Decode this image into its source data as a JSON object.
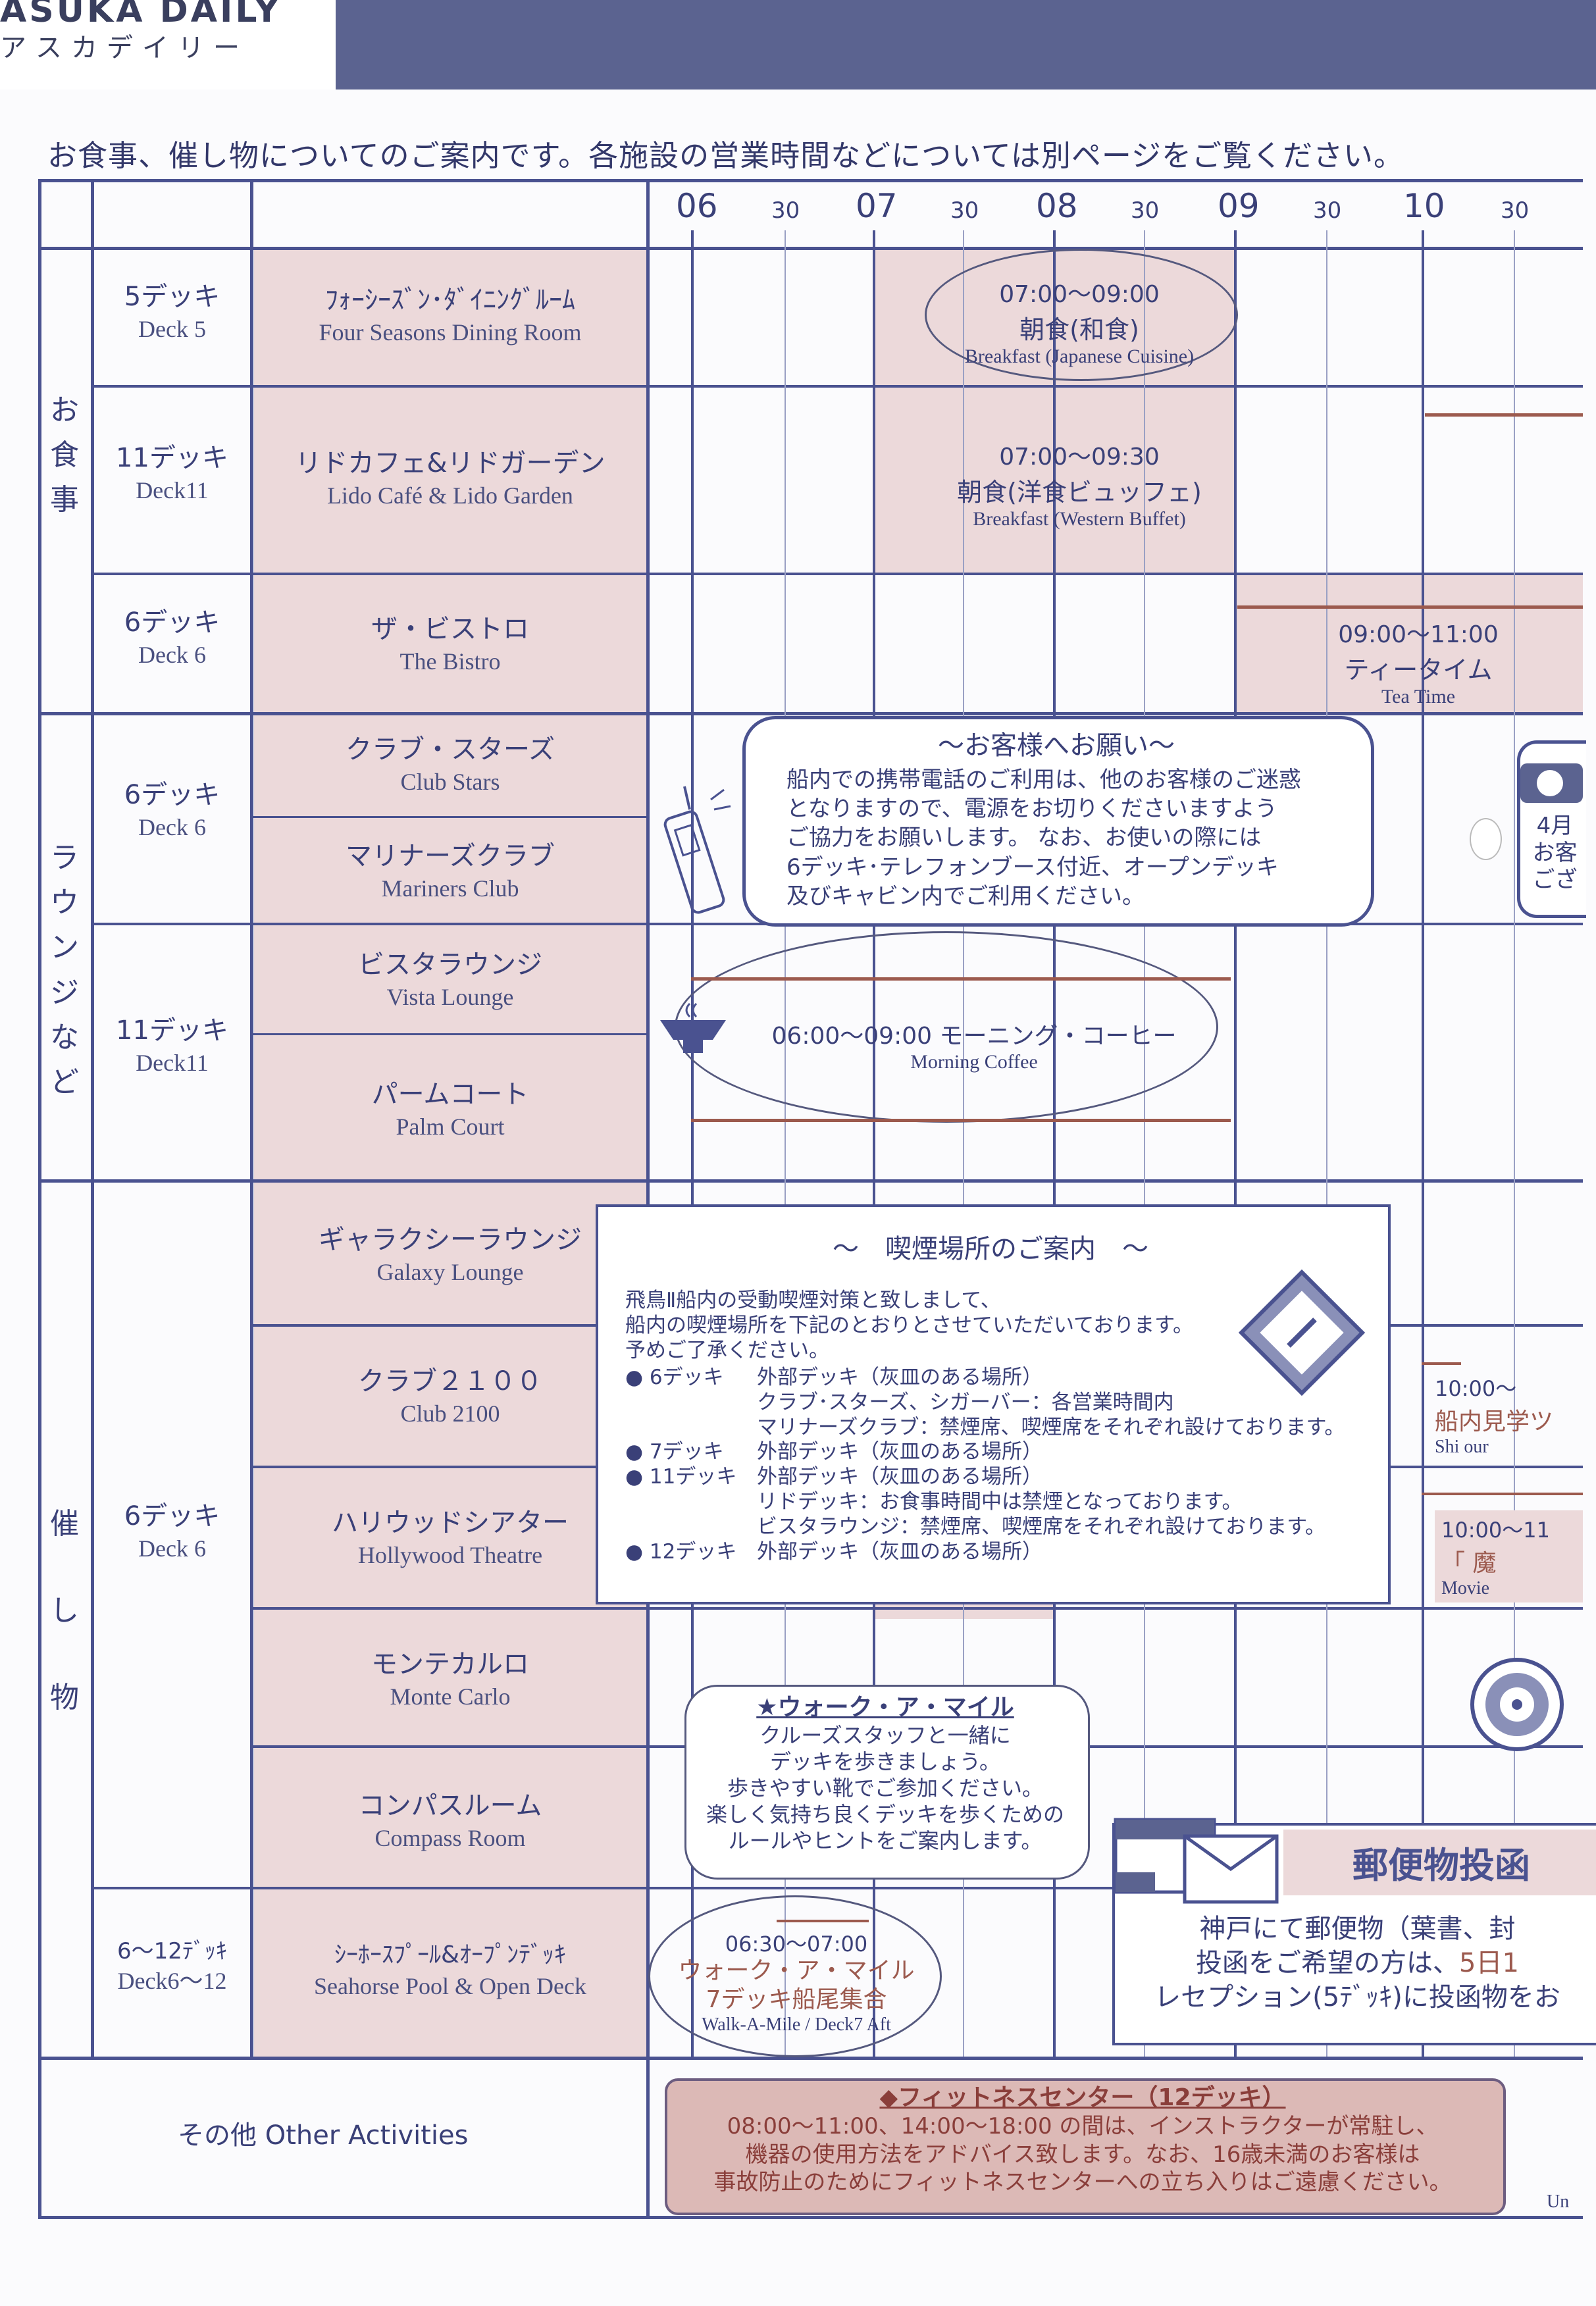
{
  "header": {
    "brand": "ASUKA DAILY",
    "brand_kana": "アスカデイリー"
  },
  "intro": "お食事、催し物についてのご案内です。各施設の営業時間などについては別ページをご覧ください。",
  "timeline": {
    "hours": [
      "06",
      "07",
      "08",
      "09",
      "10"
    ],
    "half": "30"
  },
  "categories": {
    "dining": "お食事",
    "lounge": "ラウンジなど",
    "events": "催し物",
    "other": "その他 Other Activities"
  },
  "decks": {
    "d5": {
      "jp": "5デッキ",
      "en": "Deck 5"
    },
    "d11a": {
      "jp": "11デッキ",
      "en": "Deck11"
    },
    "d6a": {
      "jp": "6デッキ",
      "en": "Deck 6"
    },
    "d6b": {
      "jp": "6デッキ",
      "en": "Deck 6"
    },
    "d11b": {
      "jp": "11デッキ",
      "en": "Deck11"
    },
    "d6c": {
      "jp": "6デッキ",
      "en": "Deck 6"
    },
    "d612": {
      "jp": "6～12ﾃﾞｯｷ",
      "en": "Deck6～12"
    }
  },
  "venues": [
    {
      "jp": "ﾌｫｰｼｰｽﾞﾝ･ﾀﾞｲﾆﾝｸﾞﾙｰﾑ",
      "en": "Four Seasons Dining Room"
    },
    {
      "jp": "リドカフェ&リドガーデン",
      "en": "Lido Café & Lido Garden"
    },
    {
      "jp": "ザ・ビストロ",
      "en": "The Bistro"
    },
    {
      "jp": "クラブ・スターズ",
      "en": "Club Stars"
    },
    {
      "jp": "マリナーズクラブ",
      "en": "Mariners Club"
    },
    {
      "jp": "ビスタラウンジ",
      "en": "Vista Lounge"
    },
    {
      "jp": "パームコート",
      "en": "Palm Court"
    },
    {
      "jp": "ギャラクシーラウンジ",
      "en": "Galaxy Lounge"
    },
    {
      "jp": "クラブ２１００",
      "en": "Club 2100"
    },
    {
      "jp": "ハリウッドシアター",
      "en": "Hollywood Theatre"
    },
    {
      "jp": "モンテカルロ",
      "en": "Monte Carlo"
    },
    {
      "jp": "コンパスルーム",
      "en": "Compass Room"
    },
    {
      "jp": "ｼｰﾎｰｽﾌﾟｰﾙ&ｵｰﾌﾟﾝﾃﾞｯｷ",
      "en": "Seahorse Pool & Open Deck"
    }
  ],
  "events": {
    "breakfast_jp": {
      "time": "07:00～09:00",
      "title": "朝食(和食)",
      "en": "Breakfast (Japanese Cuisine)"
    },
    "breakfast_buffet": {
      "time": "07:00～09:30",
      "title": "朝食(洋食ビュッフェ)",
      "en": "Breakfast (Western Buffet)"
    },
    "tea": {
      "time": "09:00～11:00",
      "title": "ティータイム",
      "en": "Tea Time"
    },
    "coffee": {
      "title": "06:00～09:00 モーニング・コーヒー",
      "en": "Morning  Coffee"
    },
    "tour": {
      "time": "10:00～",
      "title": "船内見学ツ",
      "en": "Shi    our"
    },
    "movie": {
      "time": "10:00～11",
      "title": "「 魔",
      "en": "Movie"
    },
    "walk": {
      "time": "06:30～07:00",
      "title1": "ウォーク・ア・マイル",
      "title2": "7デッキ船尾集合",
      "en": "Walk-A-Mile / Deck7 Aft"
    }
  },
  "phone_notice": {
    "title": "～お客様へお願い～",
    "lines": [
      "船内での携帯電話のご利用は、他のお客様のご迷惑",
      "となりますので、電源をお切りくださいますよう",
      "ご協力をお願いします。 なお、お使いの際には",
      "6デッキ･テレフォンブース付近、オープンデッキ",
      "及びキャビン内でご利用ください。"
    ]
  },
  "side_cut": {
    "line1": "4月",
    "line2": "お客",
    "line3": "ござ"
  },
  "smoking": {
    "title": "～　喫煙場所のご案内　～",
    "intro": [
      "飛鳥Ⅱ船内の受動喫煙対策と致しまして、",
      "船内の喫煙場所を下記のとおりとさせていただいております。",
      "予めご了承ください。"
    ],
    "items": [
      {
        "deck": "● 6デッキ",
        "lines": [
          "外部デッキ（灰皿のある場所）",
          "クラブ･スターズ、シガーバー：各営業時間内",
          "マリナーズクラブ：禁煙席、喫煙席をそれぞれ設けております。"
        ]
      },
      {
        "deck": "● 7デッキ",
        "lines": [
          "外部デッキ（灰皿のある場所）"
        ]
      },
      {
        "deck": "● 11デッキ",
        "lines": [
          "外部デッキ（灰皿のある場所）",
          "リドデッキ：お食事時間中は禁煙となっております。",
          "ビスタラウンジ：禁煙席、喫煙席をそれぞれ設けております。"
        ]
      },
      {
        "deck": "● 12デッキ",
        "lines": [
          "外部デッキ（灰皿のある場所）"
        ]
      }
    ]
  },
  "walk_notice": {
    "title": "★ウォーク・ア・マイル",
    "lines": [
      "クルーズスタッフと一緒に",
      "デッキを歩きましょう。",
      "歩きやすい靴でご参加ください。",
      "楽しく気持ち良くデッキを歩くための",
      "ルールやヒントをご案内します。"
    ]
  },
  "mail": {
    "title": "郵便物投函",
    "lines": [
      "神戸にて郵便物（葉書、封",
      "投函をご希望の方は、",
      "レセプション(5ﾃﾞｯｷ)に投函物をお"
    ],
    "date": "5日1"
  },
  "fitness": {
    "title": "◆フィットネスセンター（12デッキ）",
    "lines": [
      "08:00～11:00、14:00～18:00 の間は、インストラクターが常駐し、",
      "機器の使用方法をアドバイス致します。なお、16歳未満のお客様は",
      "事故防止のためにフィットネスセンターへの立ち入りはご遠慮ください。"
    ]
  },
  "corner_cut": "Un",
  "colors": {
    "line": "#4a5290",
    "pink": "#ecd9da",
    "arrow": "#9c5a4e",
    "header": "#5b6390"
  }
}
